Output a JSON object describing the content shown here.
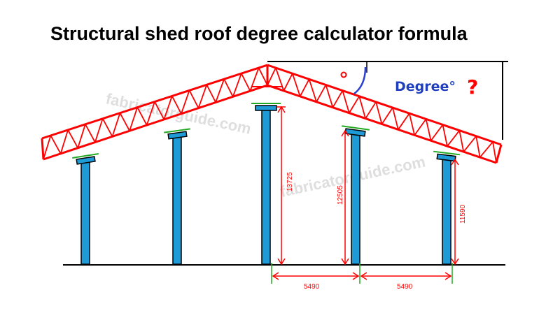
{
  "title": "Structural shed roof degree calculator formula",
  "angle_label": "Degree°",
  "question_mark": "?",
  "angle_marker": "°",
  "watermark": "fabricatorguide.com",
  "dimensions": {
    "center_height": "13725",
    "mid_height": "12505",
    "eave_height": "11590",
    "span_1": "5490",
    "span_2": "5490"
  },
  "colors": {
    "truss": "#ff0000",
    "column": "#1e9ad6",
    "dimension": "#ff0000",
    "bearing": "#22aa22",
    "angle_text": "#1f3fbf",
    "angle_arc": "#2b3fd1"
  }
}
